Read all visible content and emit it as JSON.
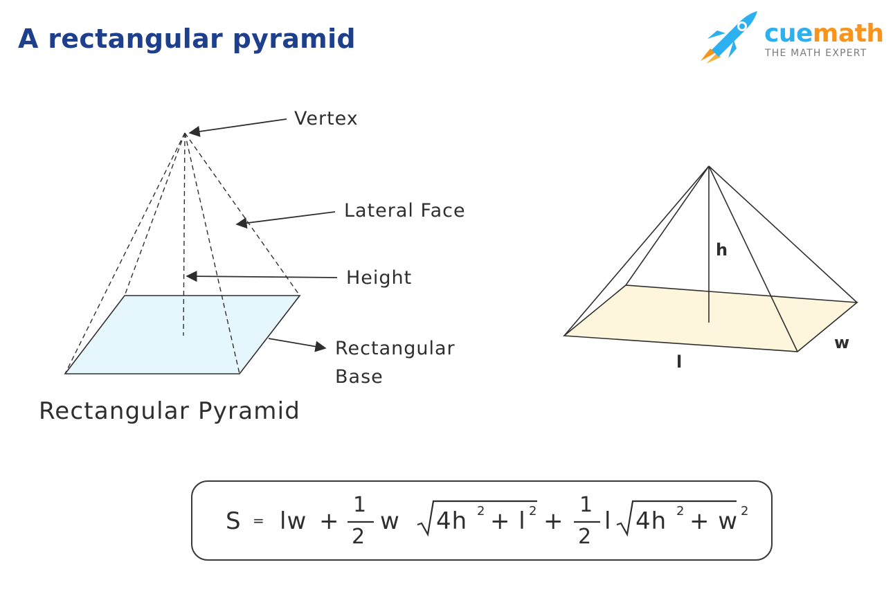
{
  "title": "A rectangular pyramid",
  "brand": {
    "name_part1": "cue",
    "name_part2": "math",
    "tagline": "THE MATH EXPERT",
    "colors": {
      "blue": "#2cb0f0",
      "orange": "#f7941d"
    }
  },
  "left_diagram": {
    "labels": {
      "vertex": "Vertex",
      "lateral_face": "Lateral Face",
      "height": "Height",
      "base_line1": "Rectangular",
      "base_line2": "Base"
    },
    "caption": "Rectangular Pyramid",
    "base_fill": "#e6f6fd"
  },
  "right_diagram": {
    "height_label": "h",
    "length_label": "l",
    "width_label": "w",
    "base_fill": "#fdf5dc"
  },
  "formula": {
    "lhs": "S",
    "equals": "=",
    "lw": "lw",
    "plus": "+",
    "frac_num": "1",
    "frac_den": "2",
    "w": "w",
    "l": "l",
    "four_h": "4h",
    "sq": "2",
    "plus_l": "+ l",
    "plus_w": "+ w"
  },
  "colors": {
    "title": "#1e3f8c",
    "text": "#2e2e2e"
  }
}
